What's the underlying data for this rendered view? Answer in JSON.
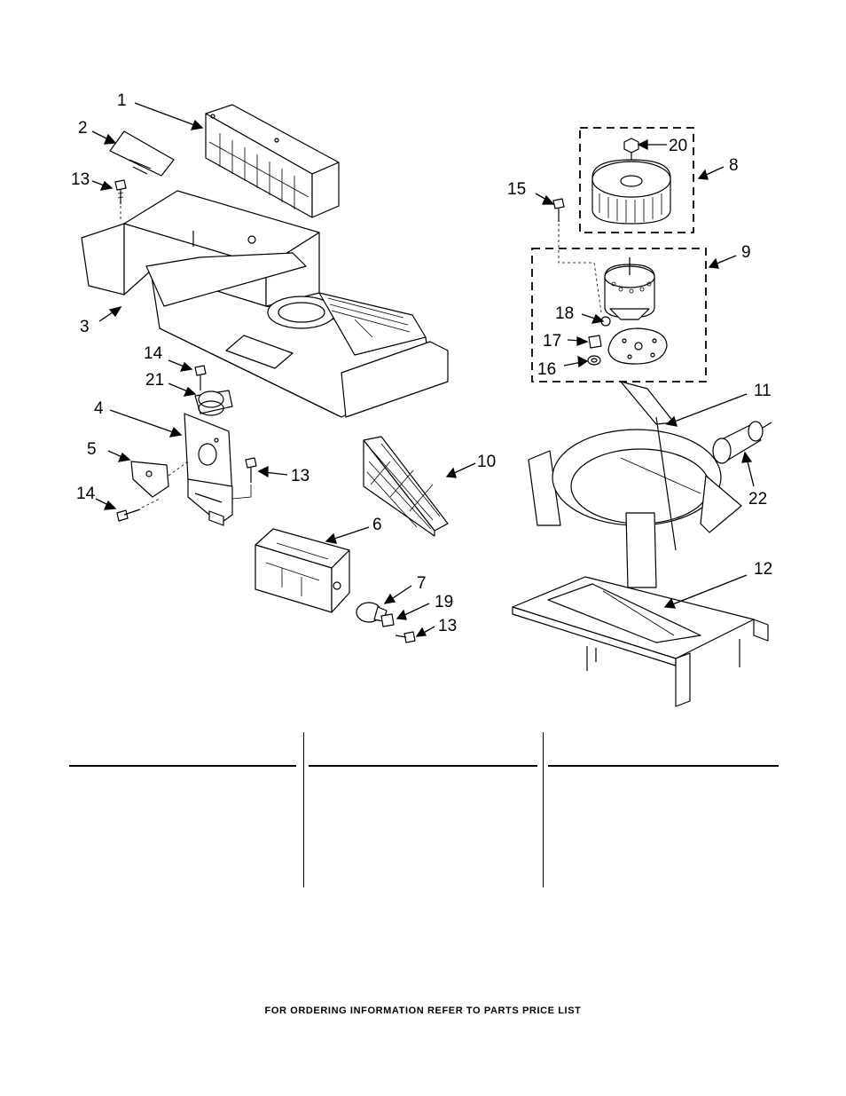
{
  "callouts": [
    "1",
    "2",
    "13",
    "3",
    "14",
    "21",
    "4",
    "5",
    "13",
    "14",
    "10",
    "6",
    "7",
    "19",
    "13",
    "20",
    "8",
    "15",
    "9",
    "18",
    "17",
    "16",
    "11",
    "22",
    "12"
  ],
  "table": {
    "columns": [
      "",
      "",
      ""
    ]
  },
  "footer": "FOR ORDERING INFORMATION REFER TO PARTS PRICE LIST"
}
